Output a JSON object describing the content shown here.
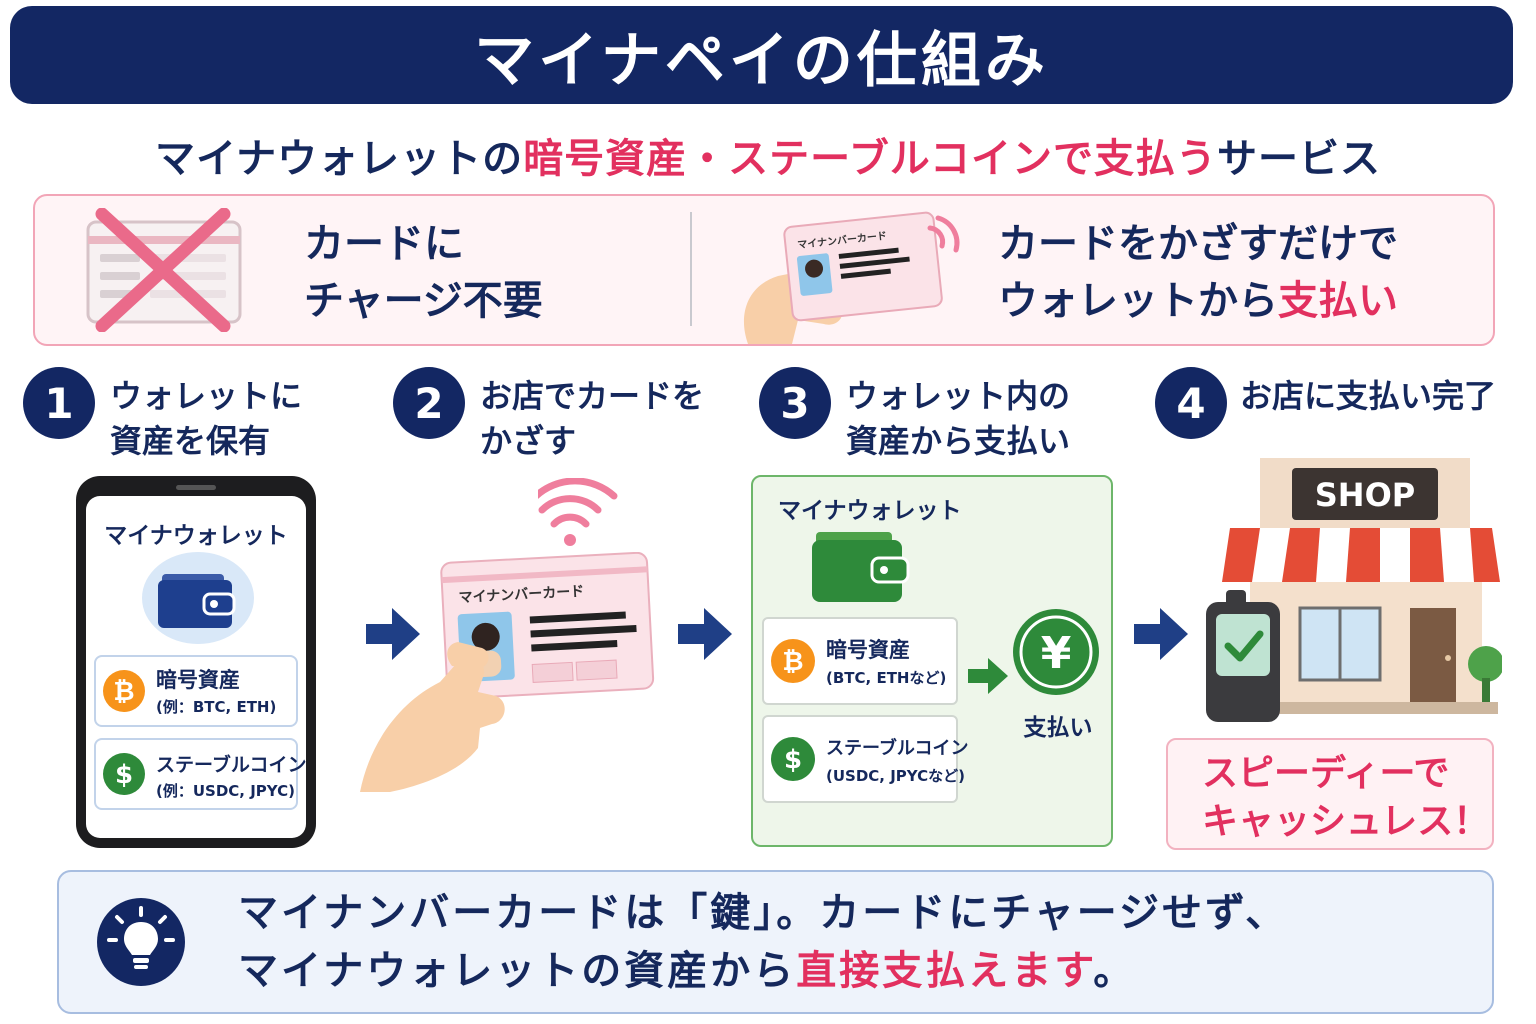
{
  "title": "マイナペイの仕組み",
  "subtitle": {
    "part1": "マイナウォレットの",
    "part2": "暗号資産・ステーブルコインで支払う",
    "part3": "サービス"
  },
  "features": {
    "left_line1": "カードに",
    "left_line2": "チャージ不要",
    "right_line1": "カードをかざすだけで",
    "right_line2a": "ウォレットから",
    "right_line2b": "支払い",
    "card_label": "マイナンバーカード"
  },
  "steps": [
    {
      "number": "1",
      "line1": "ウォレットに",
      "line2": "資産を保有"
    },
    {
      "number": "2",
      "line1": "お店でカードを",
      "line2": "かざす"
    },
    {
      "number": "3",
      "line1": "ウォレット内の",
      "line2": "資産から支払い"
    },
    {
      "number": "4",
      "line1": "お店に支払い完了",
      "line2": ""
    }
  ],
  "phone": {
    "app_name": "マイナウォレット",
    "crypto_name": "暗号資産",
    "crypto_sub": "(例：BTC, ETH)",
    "stable_name": "ステーブルコイン",
    "stable_sub": "(例：USDC, JPYC)"
  },
  "card": {
    "label": "マイナンバーカード"
  },
  "wallet_panel": {
    "title": "マイナウォレット",
    "crypto_name": "暗号資産",
    "crypto_sub": "(BTC, ETHなど)",
    "stable_name": "ステーブルコイン",
    "stable_sub": "(USDC, JPYCなど)",
    "pay_label": "支払い",
    "yen_symbol": "¥"
  },
  "shop": {
    "sign": "SHOP",
    "speedy_line1": "スピーディーで",
    "speedy_line2": "キャッシュレス！"
  },
  "note": {
    "line1": "マイナンバーカードは「鍵」。カードにチャージせず、",
    "line2a": "マイナウォレットの資産から",
    "line2b": "直接支払えます",
    "line2c": "。"
  },
  "icons": {
    "bitcoin": "bitcoin-icon",
    "dollar": "dollar-icon",
    "wallet": "wallet-icon",
    "nfc": "nfc-wave-icon",
    "arrow": "arrow-right-icon",
    "bulb": "lightbulb-icon",
    "check": "check-icon",
    "cross": "cross-icon"
  },
  "colors": {
    "navy": "#132763",
    "pink": "#e2305f",
    "green": "#2e8a3a",
    "bitcoin_orange": "#f7931a"
  }
}
